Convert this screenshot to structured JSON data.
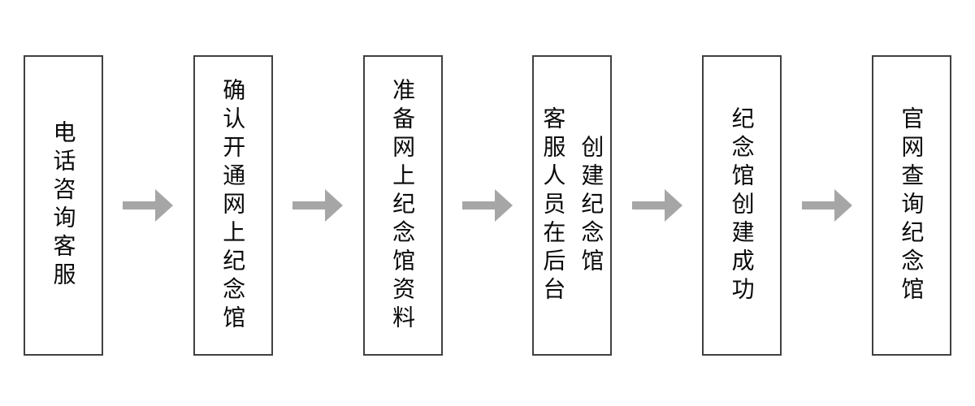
{
  "diagram": {
    "type": "flowchart",
    "direction": "left-to-right",
    "steps": [
      {
        "label": "电话咨询客服"
      },
      {
        "label": "确认开通网上纪念馆"
      },
      {
        "label": "准备网上纪念馆资料"
      },
      {
        "label": "客服人员在后台\n创建纪念馆"
      },
      {
        "label": "纪念馆创建成功"
      },
      {
        "label": "官网查询纪念馆"
      }
    ],
    "connector": "right-arrow"
  },
  "colors": {
    "box_border": "#404040",
    "box_fill": "#ffffff",
    "arrow": "#a6a6a6",
    "text": "#0a0a0a",
    "background": "#ffffff"
  }
}
